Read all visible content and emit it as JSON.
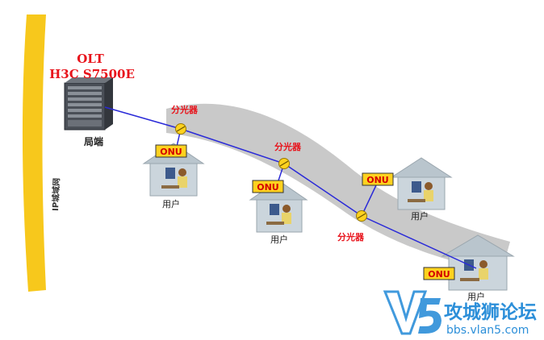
{
  "olt": {
    "title": "OLT",
    "model": "H3C S7500E",
    "caption": "局端"
  },
  "ip_network_label": "IP城域网",
  "splitters": [
    {
      "label": "分光器"
    },
    {
      "label": "分光器"
    },
    {
      "label": "分光器"
    }
  ],
  "users": [
    {
      "onu_label": "ONU",
      "user_label": "用户"
    },
    {
      "onu_label": "ONU",
      "user_label": "用户"
    },
    {
      "onu_label": "ONU",
      "user_label": "用户"
    },
    {
      "onu_label": "ONU",
      "user_label": "用户"
    }
  ],
  "watermark": {
    "title": "攻城狮论坛",
    "url": "bbs.vlan5.com",
    "logo_text": "V5"
  },
  "colors": {
    "ip_band": "#f7c81c",
    "road": "#c9c9c9",
    "fiber": "#2a2ad8",
    "onu_fill": "#ffd21f",
    "label_red": "#e8141c",
    "house": "#b9c5cd",
    "watermark": "#2c8fd9"
  }
}
